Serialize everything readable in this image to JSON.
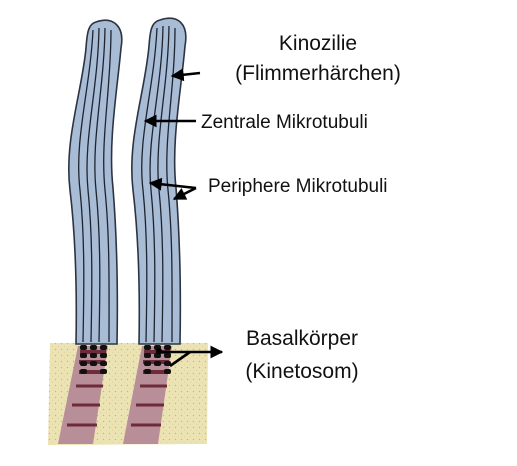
{
  "labels": {
    "kinocilium_title": "Kinozilie",
    "kinocilium_subtitle": "(Flimmerhärchen)",
    "central_microtubules": "Zentrale Mikrotubuli",
    "peripheral_microtubules": "Periphere Mikrotubuli",
    "basal_body_title": "Basalkörper",
    "basal_body_subtitle": "(Kinetosom)"
  },
  "colors": {
    "cilium_fill": "#a9bcd6",
    "cilium_outline": "#2c3442",
    "microtubule": "#1e2430",
    "cytoplasm": "#ece3b4",
    "cytoplasm_dots": "#c9b878",
    "basal_root": "#b88e98",
    "basal_stripe": "#6e2b3a",
    "arrow": "#000000"
  }
}
